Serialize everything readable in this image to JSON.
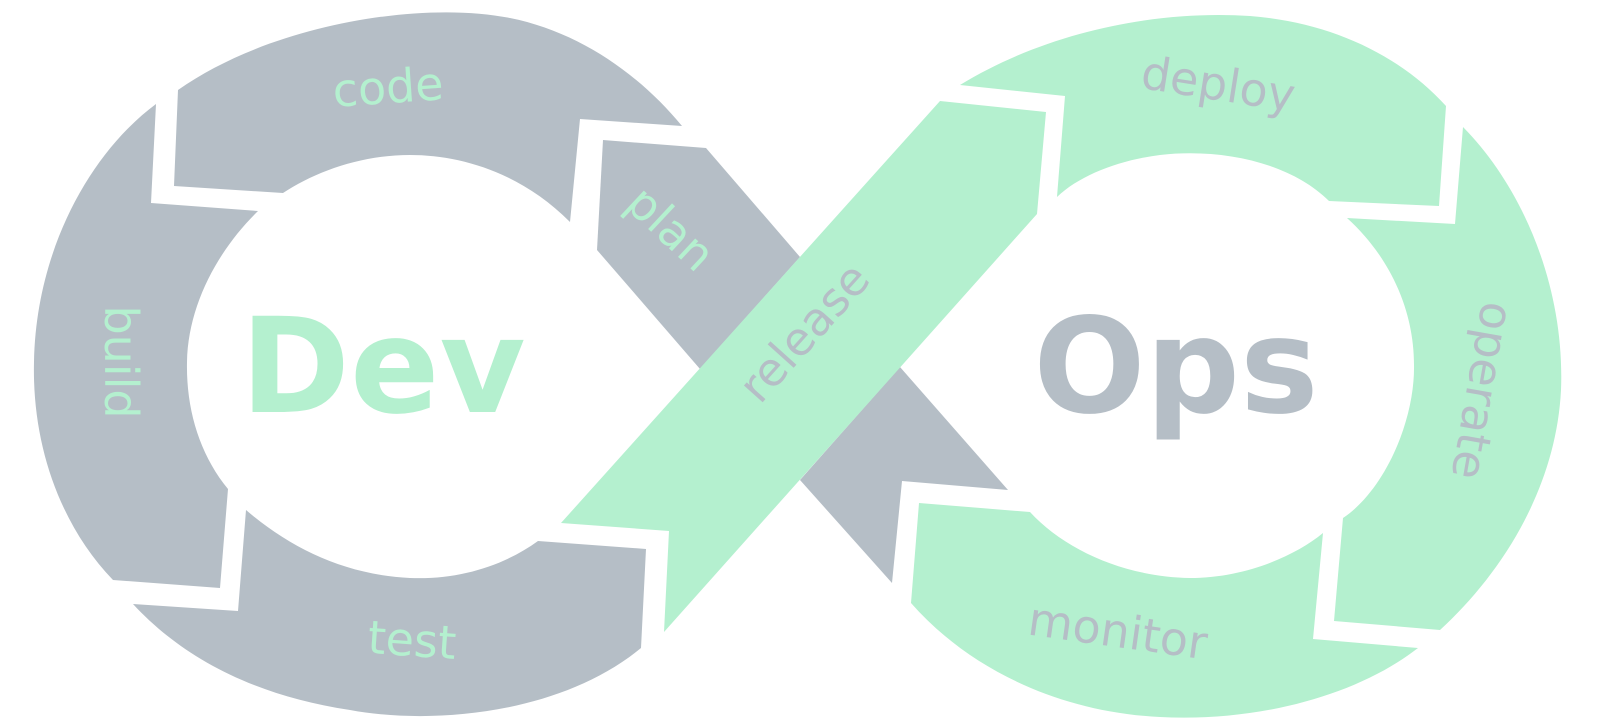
{
  "diagram": {
    "dev_title": "Dev",
    "ops_title": "Ops",
    "stages": {
      "plan": "plan",
      "code": "code",
      "build": "build",
      "test": "test",
      "release": "release",
      "deploy": "deploy",
      "operate": "operate",
      "monitor": "monitor"
    }
  },
  "colors": {
    "dev_segment": "#b5bec6",
    "ops_segment": "#b4f0cf",
    "background": "#ffffff"
  }
}
